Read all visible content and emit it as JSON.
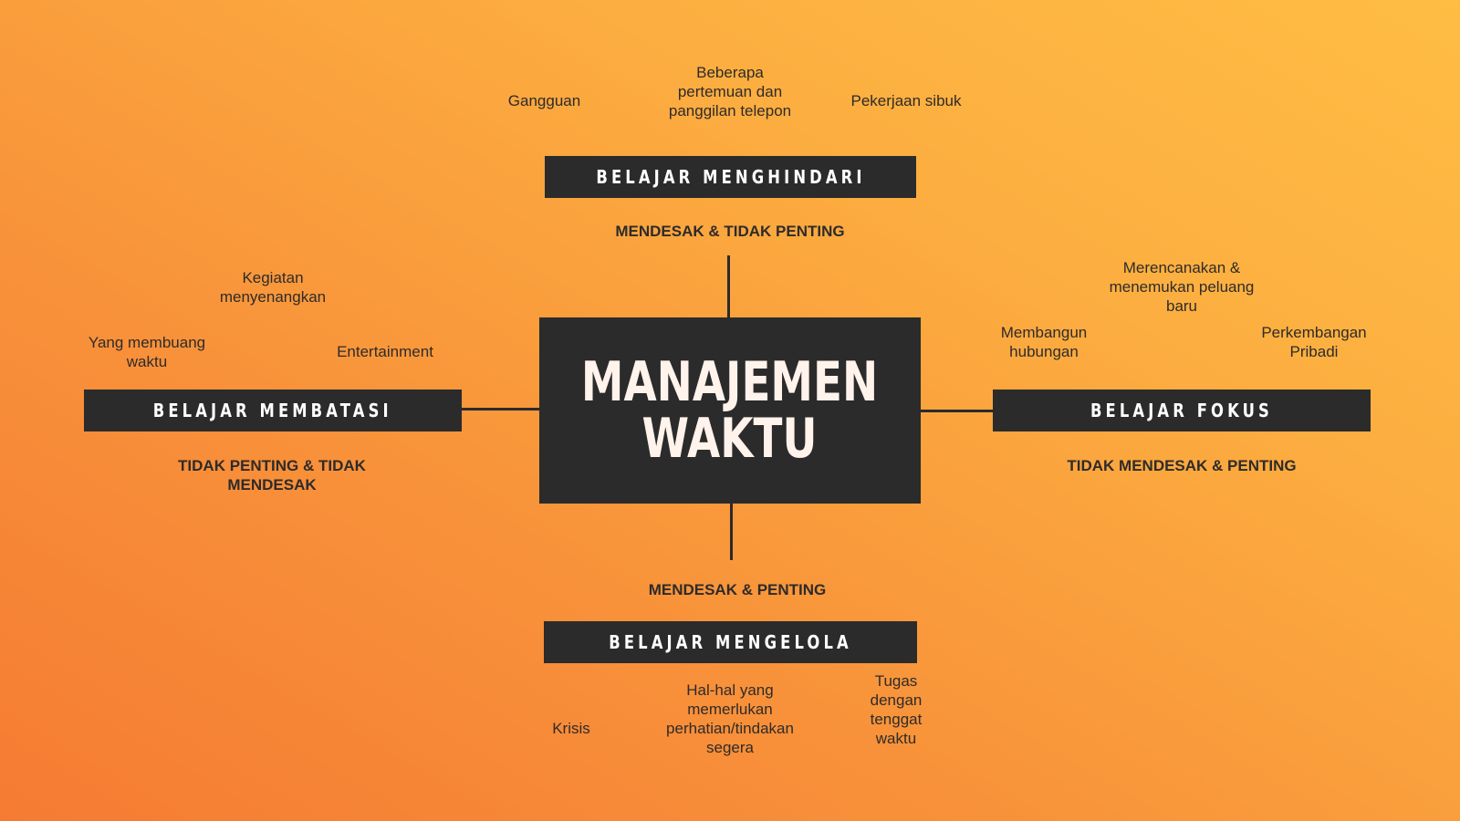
{
  "center": {
    "title": "MANAJEMEN\nWAKTU"
  },
  "top": {
    "label": "BELAJAR MENGHINDARI",
    "category": "MENDESAK & TIDAK PENTING",
    "items": [
      "Gangguan",
      "Beberapa pertemuan dan panggilan telepon",
      "Pekerjaan sibuk"
    ]
  },
  "left": {
    "label": "BELAJAR MEMBATASI",
    "category": "TIDAK PENTING & TIDAK MENDESAK",
    "items": [
      "Kegiatan menyenangkan",
      "Yang membuang waktu",
      "Entertainment"
    ]
  },
  "right": {
    "label": "BELAJAR FOKUS",
    "category": "TIDAK MENDESAK & PENTING",
    "items": [
      "Merencanakan & menemukan peluang baru",
      "Membangun hubungan",
      "Perkembangan Pribadi"
    ]
  },
  "bottom": {
    "label": "BELAJAR MENGELOLA",
    "category": "MENDESAK & PENTING",
    "items": [
      "Krisis",
      "Hal-hal yang memerlukan perhatian/tindakan segera",
      "Tugas dengan tenggat waktu"
    ]
  },
  "colors": {
    "box": "#2b2b2b",
    "text": "#2e2b2a",
    "gradient_start": "#f57b33",
    "gradient_end": "#ffbd44"
  }
}
